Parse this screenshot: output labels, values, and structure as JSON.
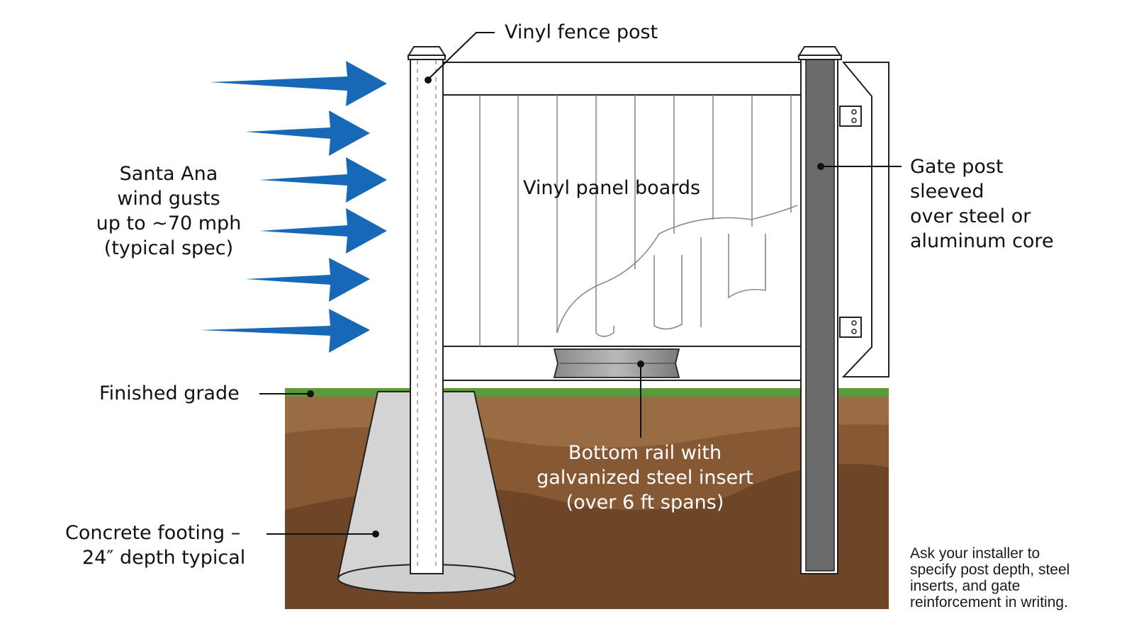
{
  "labels": {
    "vinyl_fence_post": "Vinyl fence post",
    "vinyl_panel_boards": "Vinyl panel boards",
    "finished_grade": "Finished grade",
    "wind": [
      "Santa Ana",
      "wind gusts",
      "up to ~70 mph",
      "(typical spec)"
    ],
    "gate_post": [
      "Gate post",
      "sleeved",
      "over steel or",
      "aluminum core"
    ],
    "bottom_rail": [
      "Bottom rail with",
      "galvanized steel insert",
      "(over 6 ft spans)"
    ],
    "concrete_footing": [
      "Concrete footing –",
      "24″ depth typical"
    ],
    "note": [
      "Ask your installer to",
      "specify post depth, steel",
      "inserts, and gate",
      "reinforcement in writing."
    ]
  },
  "icons": {
    "wind_arrow": "wind-arrow-icon",
    "hinge": "hinge-icon"
  },
  "colors": {
    "wind_arrow": "#1769b8",
    "grass": "#5a9a3c",
    "soil_top": "#9a6a42",
    "soil_mid": "#8a5a36",
    "soil_deep": "#6e4526",
    "concrete": "#d4d4d4",
    "steel_core": "#6b6b6b",
    "vinyl": "#ffffff",
    "outline": "#222222"
  }
}
